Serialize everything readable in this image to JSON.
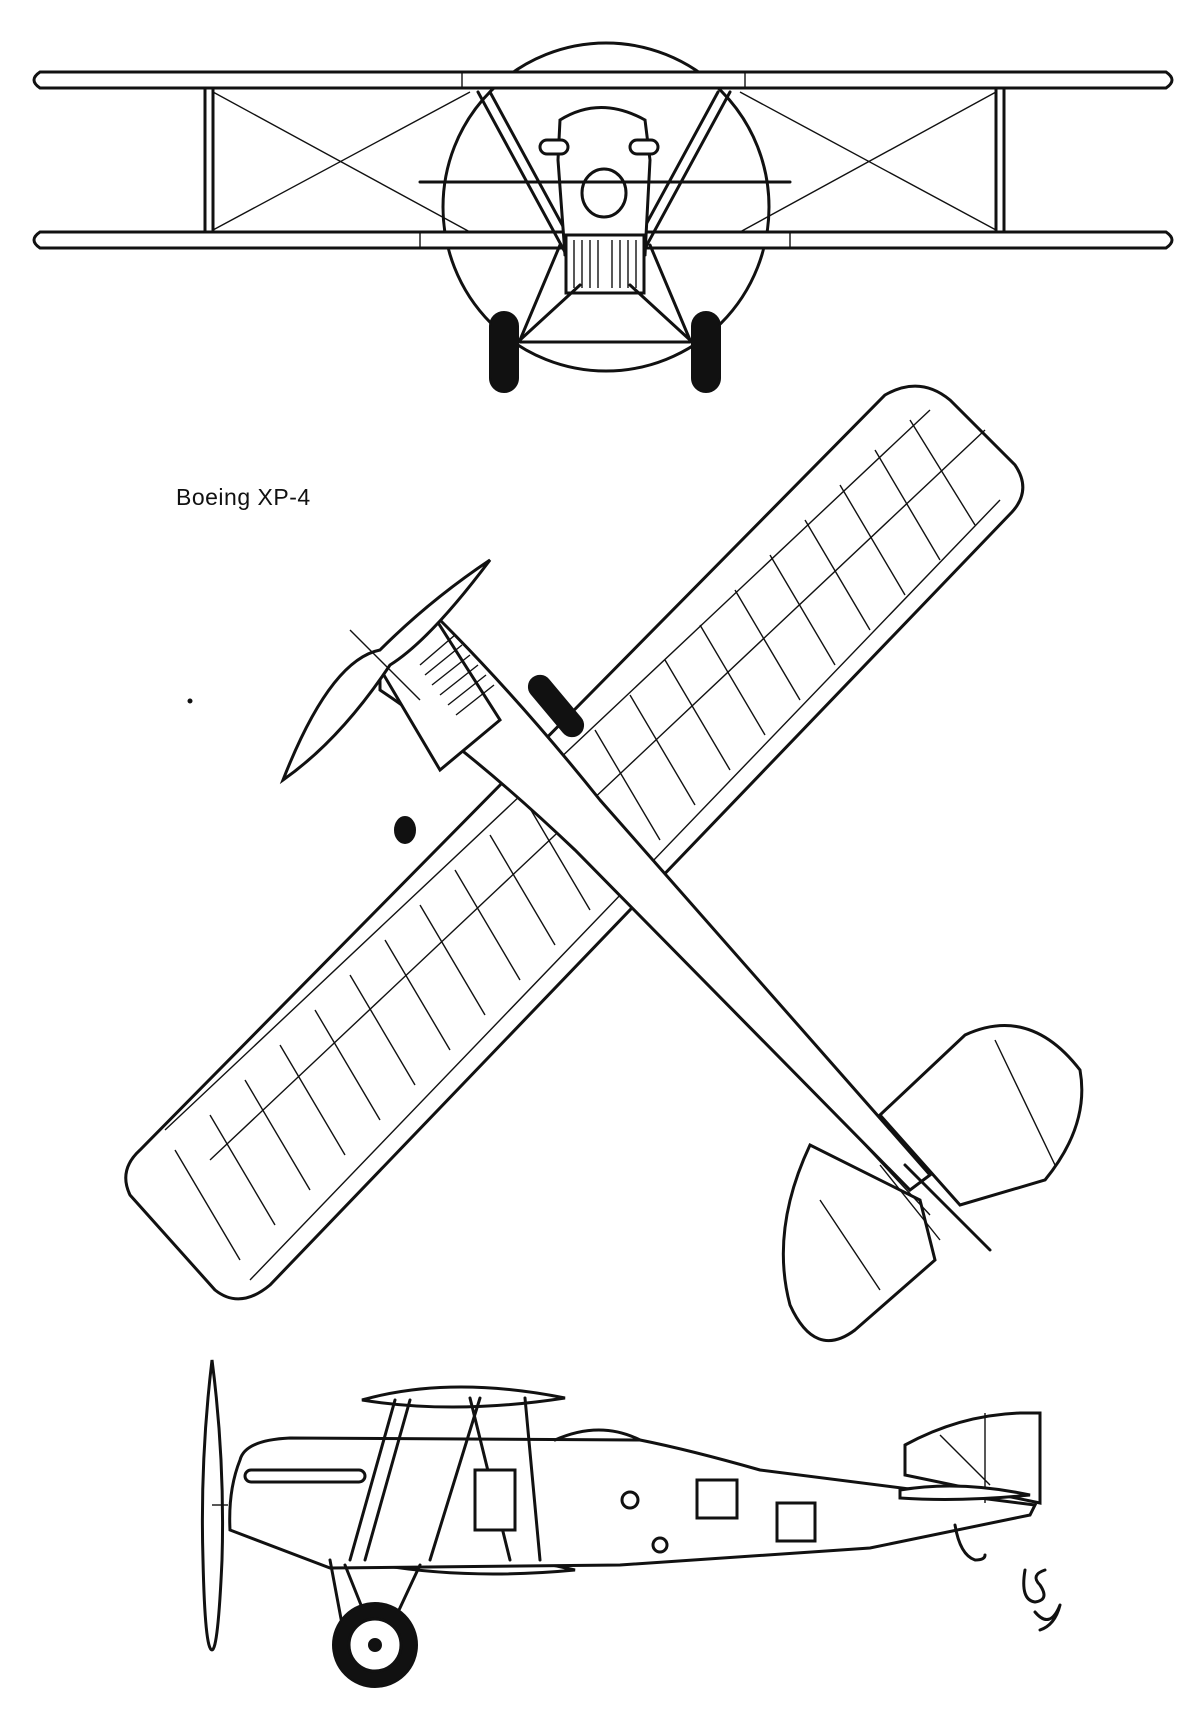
{
  "title": "Boeing XP-4",
  "views": {
    "front": "front-view",
    "top": "plan-view",
    "side": "side-view"
  },
  "signature_mark": "signature",
  "colors": {
    "ink": "#111111",
    "paper": "#ffffff"
  }
}
